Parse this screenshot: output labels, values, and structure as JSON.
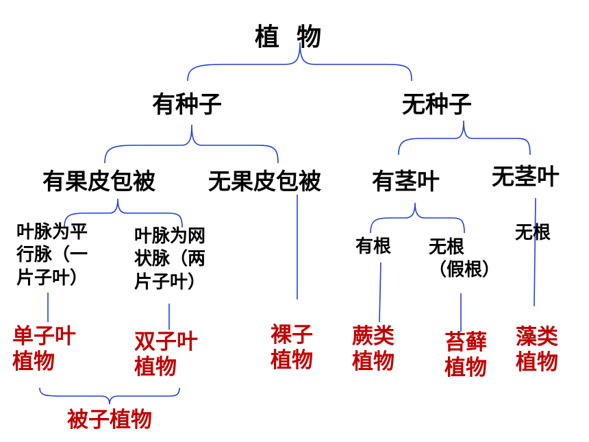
{
  "root": "植  物",
  "level1": {
    "left": "有种子",
    "right": "无种子"
  },
  "level2": {
    "has_pericarp": "有果皮包被",
    "no_pericarp": "无果皮包被",
    "has_stem_leaf": "有茎叶",
    "no_stem_leaf": "无茎叶"
  },
  "level3": {
    "parallel_vein": "叶脉为平\n行脉（一\n片子叶）",
    "net_vein": "叶脉为网\n状脉（两\n片子叶）",
    "has_root": "有根",
    "no_root_pseudo": "无根\n（假根）",
    "no_root": "无根"
  },
  "groups": {
    "monocot": "单子叶\n植物",
    "dicot": "双子叶\n植物",
    "gymnosperm": "裸子\n植物",
    "fern": "蕨类\n植物",
    "moss": "苔藓\n植物",
    "algae": "藻类\n植物",
    "angiosperm": "被子植物"
  },
  "colors": {
    "line": "#1f3fd6",
    "group_text": "#c00000",
    "text": "#000000"
  }
}
